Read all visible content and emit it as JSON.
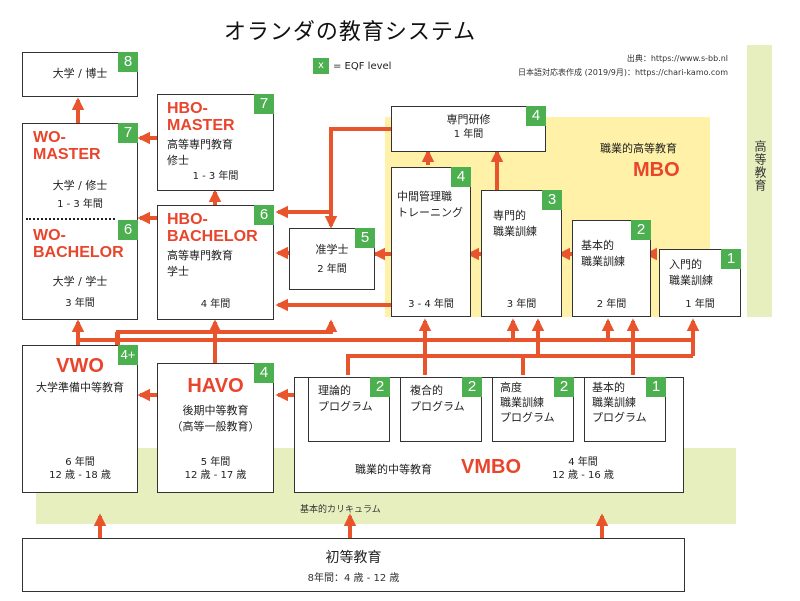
{
  "title": "オランダの教育システム",
  "legend": {
    "swatch": "x",
    "label": "= EQF level"
  },
  "source_line1": "出典：https://www.s-bb.nl",
  "source_line2": "日本語対応表作成 (2019/9月)：https://chari-kamo.com",
  "colors": {
    "arrow": "#e8542c",
    "level": "#4caf50",
    "mbo_bg": "#fff2a8",
    "green_bg": "#e8efbf",
    "accent_text": "#e8452c"
  },
  "higher_ed_label": "高等教育",
  "mbo": {
    "subtitle": "職業的高等教育",
    "title": "MBO"
  },
  "basic_curriculum": "基本的カリキュラム",
  "boxes": {
    "phd": {
      "title": "大学 / 博士",
      "level": "8"
    },
    "wo_master": {
      "title": "WO-\nMASTER",
      "line1": "大学 / 修士",
      "line2": "1 - 3 年間",
      "level": "7"
    },
    "wo_bachelor": {
      "title": "WO-\nBACHELOR",
      "line1": "大学 / 学士",
      "line2": "3 年間",
      "level": "6"
    },
    "hbo_master": {
      "title": "HBO-\nMASTER",
      "line1": "高等専門教育",
      "line2": "修士",
      "line3": "1 - 3 年間",
      "level": "7"
    },
    "hbo_bachelor": {
      "title": "HBO-\nBACHELOR",
      "line1": "高等専門教育",
      "line2": "学士",
      "line3": "4 年間",
      "level": "6"
    },
    "associate": {
      "title": "准学士",
      "line1": "2 年間",
      "level": "5"
    },
    "specialist": {
      "title": "専門研修",
      "line1": "1 年間",
      "level": "4"
    },
    "middle_mgmt": {
      "title": "中間管理職\nトレーニング",
      "line1": "3 - 4 年間",
      "level": "4"
    },
    "professional": {
      "title": "専門的\n職業訓練",
      "line1": "3 年間",
      "level": "3"
    },
    "basic_voc": {
      "title": "基本的\n職業訓練",
      "line1": "2 年間",
      "level": "2"
    },
    "entry_voc": {
      "title": "入門的\n職業訓練",
      "line1": "1 年間",
      "level": "1"
    },
    "vwo": {
      "title": "VWO",
      "line1": "大学準備中等教育",
      "line2": "6 年間",
      "line3": "12 歳 - 18 歳",
      "level": "4+"
    },
    "havo": {
      "title": "HAVO",
      "line1": "後期中等教育",
      "line2": "（高等一般教育）",
      "line3": "5 年間",
      "line4": "12 歳 - 17 歳",
      "level": "4"
    },
    "vmbo": {
      "subtitle": "職業的中等教育",
      "title": "VMBO",
      "line1": "4 年間",
      "line2": "12 歳 - 16 歳"
    },
    "vmbo_theory": {
      "title": "理論的\nプログラム",
      "level": "2"
    },
    "vmbo_combined": {
      "title": "複合的\nプログラム",
      "level": "2"
    },
    "vmbo_advanced": {
      "title": "高度\n職業訓練\nプログラム",
      "level": "2"
    },
    "vmbo_basic": {
      "title": "基本的\n職業訓練\nプログラム",
      "level": "1"
    },
    "primary": {
      "title": "初等教育",
      "line1": "8年間：4 歳 - 12 歳"
    }
  }
}
